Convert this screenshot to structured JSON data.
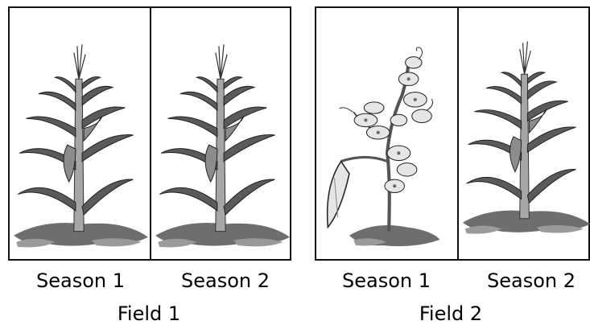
{
  "fields": [
    {
      "label": "Field 1",
      "seasons": [
        {
          "label": "Season 1",
          "plant": "corn-plant"
        },
        {
          "label": "Season 2",
          "plant": "corn-plant"
        }
      ]
    },
    {
      "label": "Field 2",
      "seasons": [
        {
          "label": "Season 1",
          "plant": "pea-plant"
        },
        {
          "label": "Season 2",
          "plant": "corn-plant"
        }
      ]
    }
  ],
  "colors": {
    "leaf_dark": "#5a5a5a",
    "leaf_mid": "#8c8c8c",
    "stalk": "#a6a6a6",
    "soil": "#6e6e6e",
    "soil_light": "#9a9a9a",
    "pea_leaf": "#e6e6e6"
  }
}
